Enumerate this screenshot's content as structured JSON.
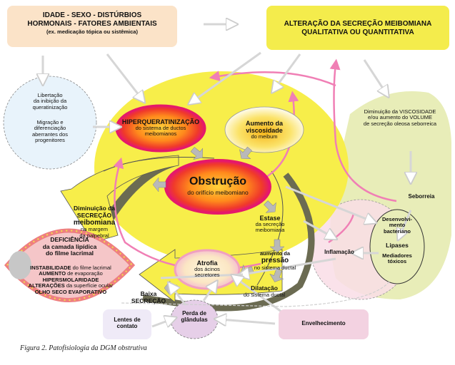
{
  "colors": {
    "yellow_main": "#f7ee4a",
    "top_left_box": "#fbe3c8",
    "top_right_box": "#f4ec4c",
    "green_region": "#e8edb8",
    "pink_region": "#f9dde6",
    "blue_circle": "#e8f3fb",
    "lavender_box": "#efeaf7",
    "pink_box": "#f3d2e1",
    "magenta": "#e5196b",
    "pink_arrow": "#f07fb5",
    "dark_arrow": "#6b6b52"
  },
  "boxes": {
    "risk_factors": {
      "line1": "IDADE - SEXO - DISTÚRBIOS",
      "line2": "HORMONAIS - FATORES AMBIENTAIS",
      "line3": "(ex. medicação tópica ou sistêmica)"
    },
    "alteration": {
      "line1": "ALTERAÇÃO DA SECREÇÃO MEIBOMIANA",
      "line2": "QUALITATIVA OU QUANTITATIVA"
    },
    "contact_lenses": {
      "line1": "Lentes de",
      "line2": "contato"
    },
    "aging": {
      "label": "Envelhecimento"
    }
  },
  "keratin_circle": {
    "p1_l1": "Libertação",
    "p1_l2": "da inibição da",
    "p1_l3": "queratinização",
    "p2_l1": "Migração e",
    "p2_l2": "diferenciação",
    "p2_l3": "aberrantes dos",
    "p2_l4": "progenitores"
  },
  "nodes": {
    "hyperkeratinization": {
      "title": "HIPERQUERATINIZAÇÃO",
      "sub1": "do sistema de ductos",
      "sub2": "meibomianos"
    },
    "viscosity": {
      "l1": "Aumento da",
      "l2": "viscosidade",
      "l3": "do meibum"
    },
    "obstruction": {
      "title": "Obstrução",
      "sub": "do orifício meibomiano"
    },
    "stasis": {
      "title": "Estase",
      "sub1": "da secreção",
      "sub2": "meibomiana"
    },
    "pressure": {
      "l1": "aumento da",
      "l2": "pressão",
      "l3": "no sistema ductal"
    },
    "dilation": {
      "title": "Dilatação",
      "sub": "do sistema ductal"
    },
    "atrophy": {
      "title": "Atrofia",
      "sub1": "dos ácinos",
      "sub2": "secretores"
    },
    "low_secretion": {
      "l1": "Baixa",
      "l2": "SECREÇÃO"
    },
    "decreased_secretion": {
      "l1": "Diminuição da",
      "l2": "SECREÇÃO",
      "l3": "meibomiana",
      "l4": "na margem",
      "l5": "da palpebral"
    },
    "gland_loss": {
      "l1": "Perda de",
      "l2": "glândulas"
    }
  },
  "eye": {
    "l1": "DEFICIÊNCIA",
    "l2": "da camada lipídica",
    "l3": "do filme lacrimal",
    "l4_b": "INSTABILIDADE",
    "l4_n": " do filme lacrimal",
    "l5_b": "AUMENTO",
    "l5_n": " de evaporação",
    "l6": "HIPERSMOLARIDADE",
    "l7_b": "ALTERAÇÕES",
    "l7_n": " da superfície ocular",
    "l8": "OLHO SECO EVAPORATIVO"
  },
  "right_side": {
    "viscosity_decrease_l1": "Diminuição da VISCOSIDADE",
    "viscosity_decrease_l2": "e/ou aumento do VOLUME",
    "viscosity_decrease_l3": "de secreção oleosa seborreica",
    "seborrhea": "Seborreia",
    "bacterial_l1": "Desenvolvi-",
    "bacterial_l2": "mento",
    "bacterial_l3": "bacteriano",
    "lipases": "Lipases",
    "mediators_l1": "Mediadores",
    "mediators_l2": "tóxicos",
    "inflammation": "Inflamação"
  },
  "caption": "Figura 2. Patofisiologia da DGM obstrutiva"
}
